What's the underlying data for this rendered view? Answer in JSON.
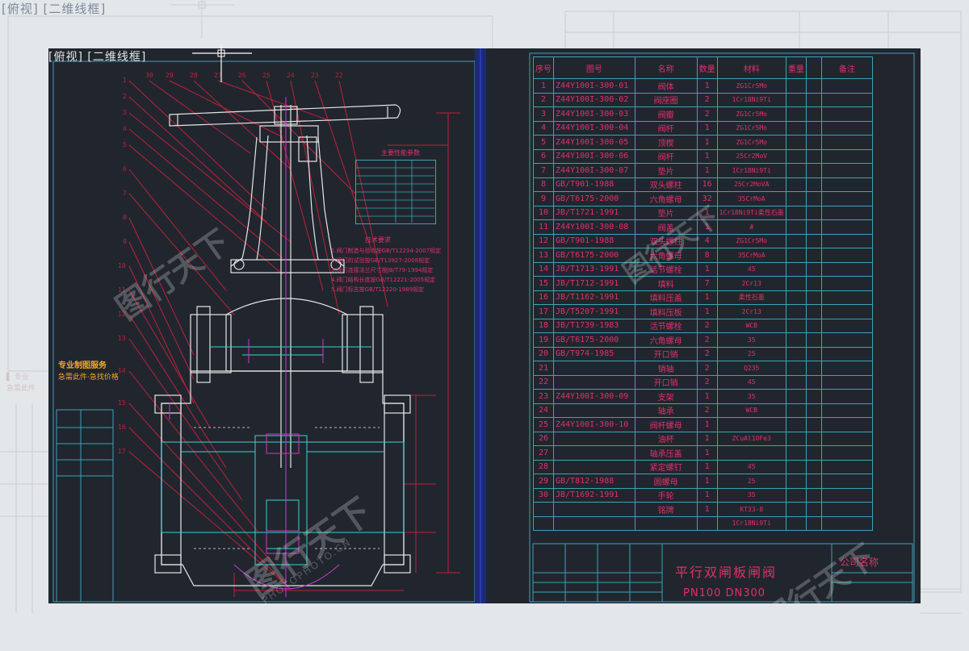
{
  "background_viewport_label": "[俯视] [二维线框]",
  "viewport_label": "[俯视] [二维线框]",
  "colors": {
    "canvas_bg": "#21262e",
    "frame_cyan": "#3aa3b8",
    "text_red": "#e0306a",
    "drawing_white": "#e6e6e6",
    "accent_orange": "#f5a623",
    "outer_bg": "#e4e7ea"
  },
  "parts_table": {
    "headers": [
      "序号",
      "图号",
      "名称",
      "数量",
      "材料",
      "重量",
      "",
      "备注"
    ],
    "rows": [
      {
        "no": "1",
        "code": "Z44Y100I-300-01",
        "name": "阀体",
        "qty": "1",
        "mat": "ZG1Cr5Mo"
      },
      {
        "no": "2",
        "code": "Z44Y100I-300-02",
        "name": "阀座圈",
        "qty": "2",
        "mat": "1Cr18Ni9Ti"
      },
      {
        "no": "3",
        "code": "Z44Y100I-300-03",
        "name": "阀瓣",
        "qty": "2",
        "mat": "ZG1Cr5Mo"
      },
      {
        "no": "4",
        "code": "Z44Y100I-300-04",
        "name": "阀杆",
        "qty": "1",
        "mat": "ZG1Cr5Mo"
      },
      {
        "no": "5",
        "code": "Z44Y100I-300-05",
        "name": "顶楔",
        "qty": "1",
        "mat": "ZG1Cr5Mo"
      },
      {
        "no": "6",
        "code": "Z44Y100I-300-06",
        "name": "阀杆",
        "qty": "1",
        "mat": "25Cr2MoV"
      },
      {
        "no": "7",
        "code": "Z44Y100I-300-07",
        "name": "垫片",
        "qty": "1",
        "mat": "1Cr18Ni9Ti"
      },
      {
        "no": "8",
        "code": "GB/T901-1988",
        "name": "双头螺柱",
        "qty": "16",
        "mat": "25Cr2MoVA"
      },
      {
        "no": "9",
        "code": "GB/T6175-2000",
        "name": "六角螺母",
        "qty": "32",
        "mat": "35CrMoA"
      },
      {
        "no": "10",
        "code": "JB/T1721-1991",
        "name": "垫片",
        "qty": "1",
        "mat": "1Cr18Ni9Ti柔性石墨"
      },
      {
        "no": "11",
        "code": "Z44Y100I-300-08",
        "name": "阀盖",
        "qty": "1",
        "mat": "#"
      },
      {
        "no": "12",
        "code": "GB/T901-1988",
        "name": "双头螺柱",
        "qty": "4",
        "mat": "ZG1Cr5Mo"
      },
      {
        "no": "13",
        "code": "GB/T6175-2000",
        "name": "六角螺母",
        "qty": "8",
        "mat": "35CrMoA"
      },
      {
        "no": "14",
        "code": "JB/T1713-1991",
        "name": "活节螺栓",
        "qty": "1",
        "mat": "45"
      },
      {
        "no": "15",
        "code": "JB/T1712-1991",
        "name": "填料",
        "qty": "7",
        "mat": "2Cr13"
      },
      {
        "no": "16",
        "code": "JB/T1162-1991",
        "name": "填料压盖",
        "qty": "1",
        "mat": "柔性石墨"
      },
      {
        "no": "17",
        "code": "JB/T5207-1991",
        "name": "填料压板",
        "qty": "1",
        "mat": "2Cr13"
      },
      {
        "no": "18",
        "code": "JB/T1739-1983",
        "name": "活节螺栓",
        "qty": "2",
        "mat": "WCB"
      },
      {
        "no": "19",
        "code": "GB/T6175-2000",
        "name": "六角螺母",
        "qty": "2",
        "mat": "35"
      },
      {
        "no": "20",
        "code": "GB/T974-1985",
        "name": "开口销",
        "qty": "2",
        "mat": "25"
      },
      {
        "no": "21",
        "code": "",
        "name": "销轴",
        "qty": "2",
        "mat": "Q235"
      },
      {
        "no": "22",
        "code": "",
        "name": "开口销",
        "qty": "2",
        "mat": "45"
      },
      {
        "no": "23",
        "code": "Z44Y100I-300-09",
        "name": "支架",
        "qty": "1",
        "mat": "35"
      },
      {
        "no": "24",
        "code": "",
        "name": "轴承",
        "qty": "2",
        "mat": "WCB"
      },
      {
        "no": "25",
        "code": "Z44Y100I-300-10",
        "name": "阀杆螺母",
        "qty": "1",
        "mat": ""
      },
      {
        "no": "26",
        "code": "",
        "name": "油杯",
        "qty": "1",
        "mat": "ZCuAl10Fe3"
      },
      {
        "no": "27",
        "code": "",
        "name": "轴承压盖",
        "qty": "1",
        "mat": ""
      },
      {
        "no": "28",
        "code": "",
        "name": "紧定螺钉",
        "qty": "1",
        "mat": "45"
      },
      {
        "no": "29",
        "code": "GB/T812-1988",
        "name": "圆螺母",
        "qty": "1",
        "mat": "25"
      },
      {
        "no": "30",
        "code": "JB/T1692-1991",
        "name": "手轮",
        "qty": "1",
        "mat": "35"
      },
      {
        "no": "",
        "code": "",
        "name": "铭牌",
        "qty": "1",
        "mat": "KT33-8"
      },
      {
        "no": "",
        "code": "",
        "name": "",
        "qty": "",
        "mat": "1Cr18Ni9Ti"
      }
    ]
  },
  "title_block": {
    "title": "平行双闸板闸阀",
    "subtitle": "PN100  DN300",
    "company": "公司名称"
  },
  "spec_box_title": "主要性能参数",
  "tech_req_title": "技术要求",
  "tech_req_lines": [
    "1.阀门制造与验收按GB/T12234-2007规定",
    "2.阀门的试验按GB/T13927-2008规定",
    "3.阀门连接法兰尺寸按JB/T79-1994规定",
    "4.阀门结构长度按GB/T12221-2005规定",
    "5.阀门标志按GB/T12220-1989规定"
  ],
  "brand_line": "专业制图服务",
  "brand_sub": "急需此件·急找价格",
  "watermark": {
    "text": "图行天下",
    "sub": "PHOTOPHOTO.CN"
  }
}
